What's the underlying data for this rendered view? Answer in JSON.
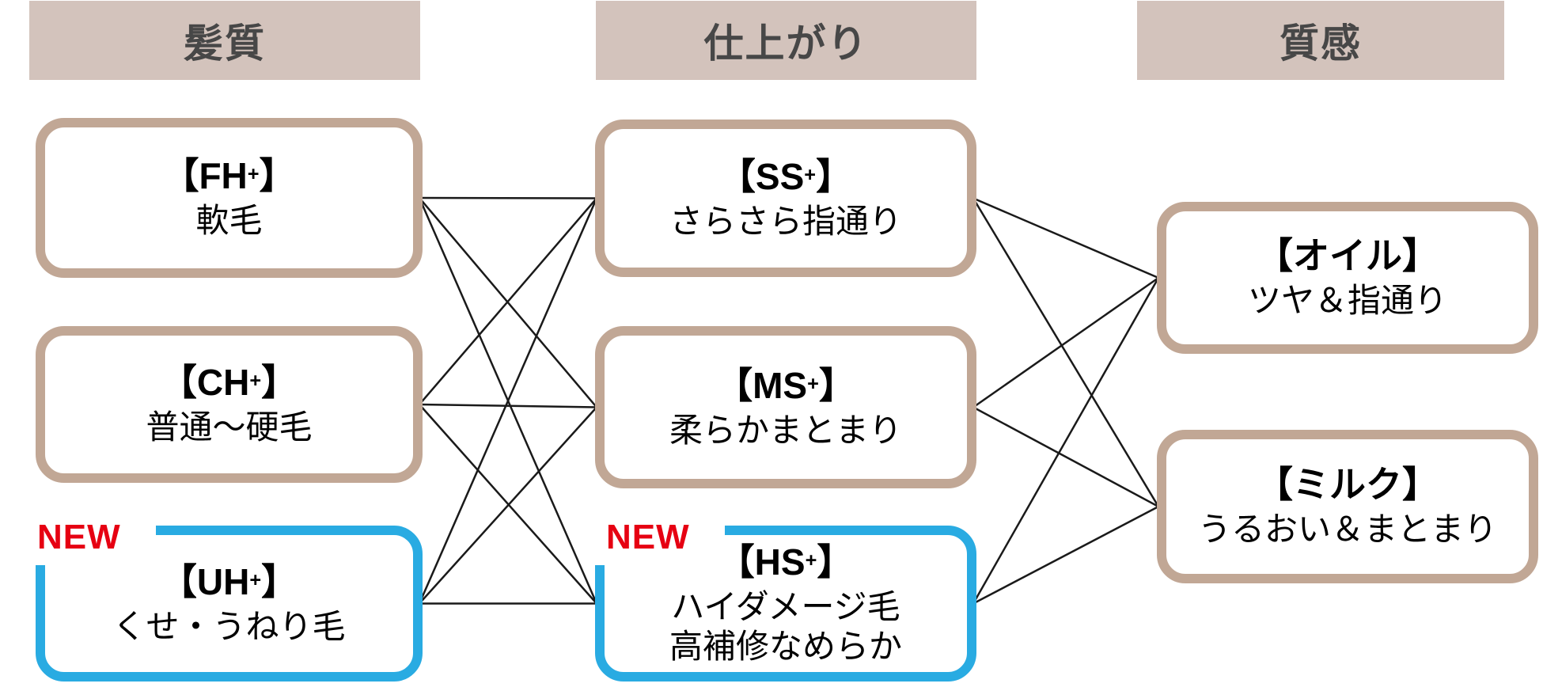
{
  "columns": [
    {
      "id": "hair",
      "header": "髪質",
      "boxes": [
        {
          "id": "FH",
          "t1": "【FH",
          "sup": "+",
          "t2": "】",
          "sub": "軟毛",
          "style": "tan"
        },
        {
          "id": "CH",
          "t1": "【CH",
          "sup": "+",
          "t2": "】",
          "sub": "普通～硬毛",
          "style": "tan"
        },
        {
          "id": "UH",
          "t1": "【UH",
          "sup": "+",
          "t2": "】",
          "sub": "くせ・うねり毛",
          "style": "blue",
          "badge": "NEW"
        }
      ]
    },
    {
      "id": "finish",
      "header": "仕上がり",
      "boxes": [
        {
          "id": "SS",
          "t1": "【SS",
          "sup": "+",
          "t2": "】",
          "sub": "さらさら指通り",
          "style": "tan"
        },
        {
          "id": "MS",
          "t1": "【MS",
          "sup": "+",
          "t2": "】",
          "sub": "柔らかまとまり",
          "style": "tan"
        },
        {
          "id": "HS",
          "t1": "【HS",
          "sup": "+",
          "t2": "】",
          "sub": "ハイダメージ毛",
          "sub2": "高補修なめらか",
          "style": "blue",
          "badge": "NEW"
        }
      ]
    },
    {
      "id": "texture",
      "header": "質感",
      "boxes": [
        {
          "id": "OIL",
          "t1": "【オイル",
          "sup": "",
          "t2": "】",
          "sub": "ツヤ＆指通り",
          "style": "tan"
        },
        {
          "id": "MILK",
          "t1": "【ミルク",
          "sup": "",
          "t2": "】",
          "sub": "うるおい＆まとまり",
          "style": "tan"
        }
      ]
    }
  ],
  "connections": [
    [
      "FH",
      "SS"
    ],
    [
      "FH",
      "MS"
    ],
    [
      "FH",
      "HS"
    ],
    [
      "CH",
      "SS"
    ],
    [
      "CH",
      "MS"
    ],
    [
      "CH",
      "HS"
    ],
    [
      "UH",
      "SS"
    ],
    [
      "UH",
      "MS"
    ],
    [
      "UH",
      "HS"
    ],
    [
      "SS",
      "OIL"
    ],
    [
      "SS",
      "MILK"
    ],
    [
      "MS",
      "OIL"
    ],
    [
      "MS",
      "MILK"
    ],
    [
      "HS",
      "OIL"
    ],
    [
      "HS",
      "MILK"
    ]
  ],
  "colors": {
    "accent_blue": "#29abe2",
    "accent_red": "#e60012",
    "frame_tan": "#c1a795",
    "header_bg": "#d3c3bc",
    "header_text": "#474747",
    "line": "#1a1a1a"
  }
}
